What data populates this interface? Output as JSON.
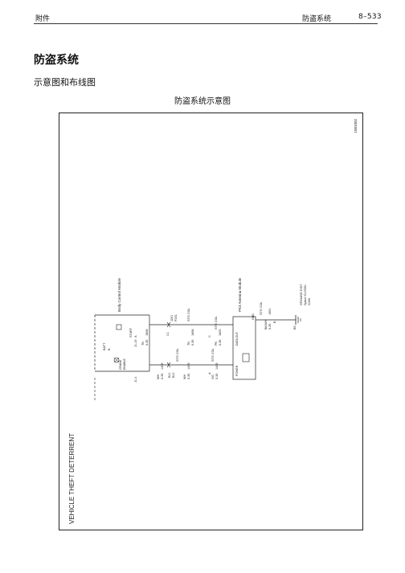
{
  "header": {
    "left": "附件",
    "section": "防盗系统",
    "page": "8–533"
  },
  "title": "防盗系统",
  "subtitle": "示意图和布线图",
  "figure_caption": "防盗系统示意图",
  "diagram": {
    "figure_id": "1081002",
    "side_title": "VEHICLE THEFT DETERRENT",
    "bcm": {
      "name": "Body Control Module",
      "batt_label": "BATT",
      "batt_pin": "B",
      "pin_j1_19": "J1-19",
      "pin_j1_4": "J1-4",
      "start_label": "START",
      "start_pin": "A",
      "crank_label": "CRANK",
      "enable": "ENABLE"
    },
    "connectors": {
      "c1": "C1",
      "j201": "J201",
      "p201": "P201",
      "b11": "B11",
      "b11p": "B11'"
    },
    "wires": {
      "w1_color": "TN",
      "w1_size": "0.35",
      "w1_circuit": "1808",
      "w2_color": "WH",
      "w2_size": "0.35",
      "w2_circuit": "1409",
      "w3_color": "TN",
      "w3_size": "0.35",
      "w3_circuit": "1808",
      "w4_color": "WH",
      "w4_size": "0.35",
      "w4_circuit": "1409",
      "w5_color": "PK",
      "w5_size": "0.35",
      "w5_circuit": "1825",
      "w6_color": "OG",
      "w6_size": "0.35",
      "w6_circuit": "1409",
      "w7_color": "BK/WH",
      "w7_size": "0.35",
      "w7_circuit": "1551",
      "strg_col": "STG COL"
    },
    "pk3": {
      "name": "PK3 Antenna Module",
      "data_out": "DATA OUT",
      "power": "POWER",
      "gnd": "GND",
      "pin_c": "C",
      "pin_a": "A",
      "pin_b": "B"
    },
    "ground": {
      "name": "GROUND DIST",
      "line2": "Splice S1/S551",
      "line3": "G400",
      "pin": "B5"
    }
  }
}
